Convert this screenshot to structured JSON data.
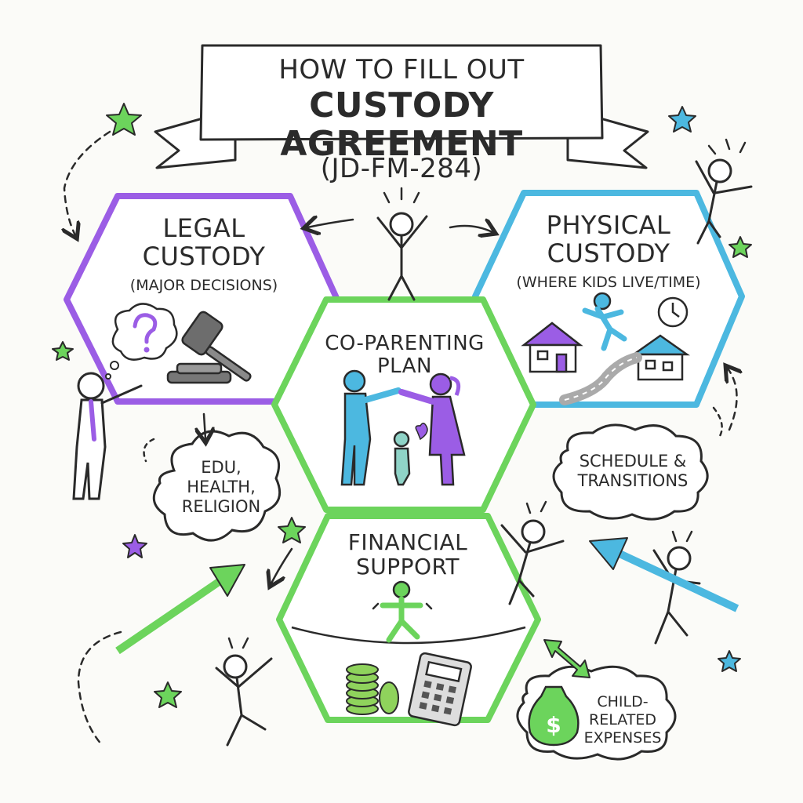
{
  "title": {
    "line1": "HOW TO FILL OUT",
    "line2": "CUSTODY AGREEMENT",
    "form_number": "(JD-FM-284)"
  },
  "hexagons": {
    "legal": {
      "line1": "LEGAL",
      "line2": "CUSTODY",
      "sub": "(MAJOR DECISIONS)",
      "color": "#9b5de5"
    },
    "physical": {
      "line1": "PHYSICAL",
      "line2": "CUSTODY",
      "sub": "(WHERE KIDS LIVE/TIME)",
      "color": "#4cb8e0"
    },
    "coparenting": {
      "line1": "CO-PARENTING",
      "line2": "PLAN",
      "color": "#6cd45c"
    },
    "financial": {
      "line1": "FINANCIAL",
      "line2": "SUPPORT",
      "color": "#6cd45c"
    }
  },
  "clouds": {
    "edu": {
      "line1": "EDU,",
      "line2": "HEALTH,",
      "line3": "RELIGION"
    },
    "schedule": {
      "line1": "SCHEDULE &",
      "line2": "TRANSITIONS"
    },
    "expenses": {
      "line1": "CHILD-RELATED",
      "line2": "EXPENSES"
    }
  },
  "icons": [
    "question-mark-icon",
    "gavel-icon",
    "house-icon",
    "clock-icon",
    "road-icon",
    "coin-stack-icon",
    "calculator-icon",
    "money-bag-icon",
    "star-icon",
    "stick-figure-icon"
  ],
  "colors": {
    "purple": "#9b5de5",
    "blue": "#4cb8e0",
    "green": "#6cd45c",
    "ink": "#2a2a2a"
  }
}
